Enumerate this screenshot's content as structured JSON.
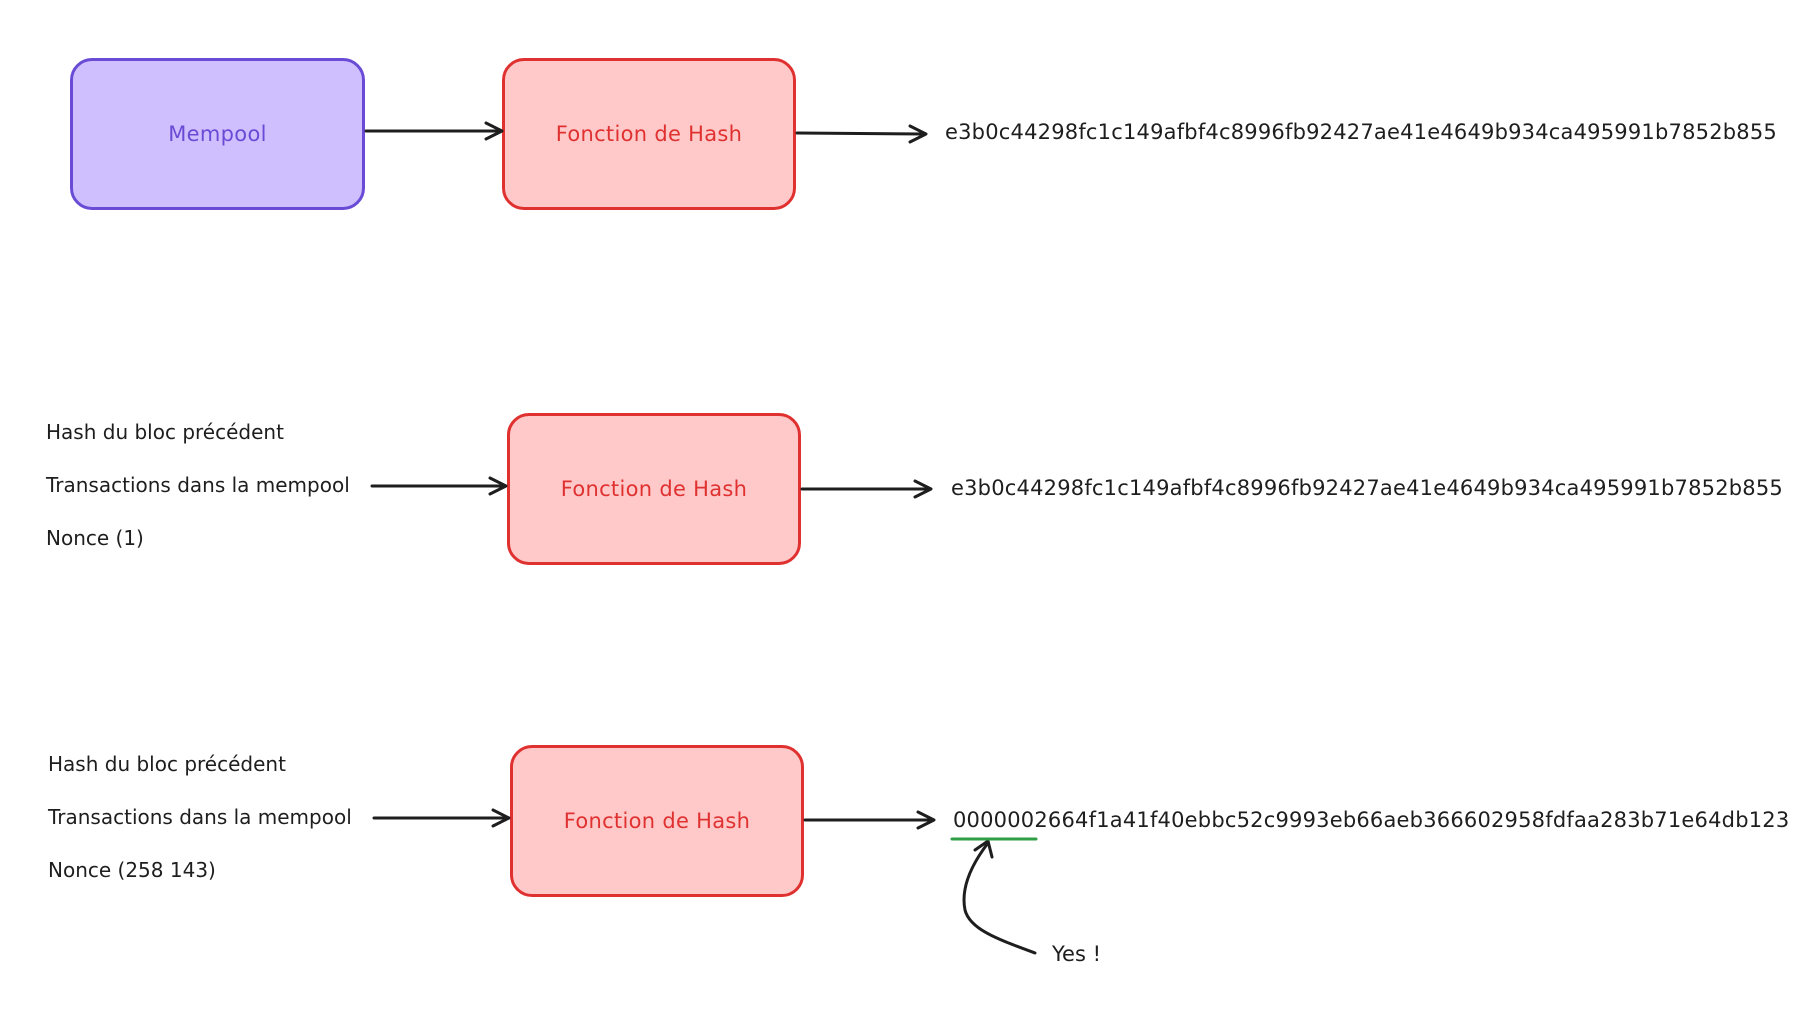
{
  "diagram": {
    "row1": {
      "mempool_label": "Mempool",
      "hash_function_label": "Fonction de Hash",
      "output_hash": "e3b0c44298fc1c149afbf4c8996fb92427ae41e4649b934ca495991b7852b855"
    },
    "row2": {
      "inputs": [
        "Hash du bloc précédent",
        "Transactions dans la mempool",
        "Nonce (1)"
      ],
      "hash_function_label": "Fonction de Hash",
      "output_hash": "e3b0c44298fc1c149afbf4c8996fb92427ae41e4649b934ca495991b7852b855"
    },
    "row3": {
      "inputs": [
        "Hash du bloc précédent",
        "Transactions dans la mempool",
        "Nonce (258 143)"
      ],
      "hash_function_label": "Fonction de Hash",
      "output_hash": "0000002664f1a41f40ebbc52c9993eb66aeb366602958fdfaa283b71e64db123",
      "annotation": "Yes !"
    }
  },
  "colors": {
    "mempool_fill": "#d0bfff",
    "mempool_stroke": "#6a4bd6",
    "hash_fill": "#ffc9c9",
    "hash_stroke": "#e03131",
    "underline": "#2f9e44",
    "ink": "#1e1e1e"
  }
}
